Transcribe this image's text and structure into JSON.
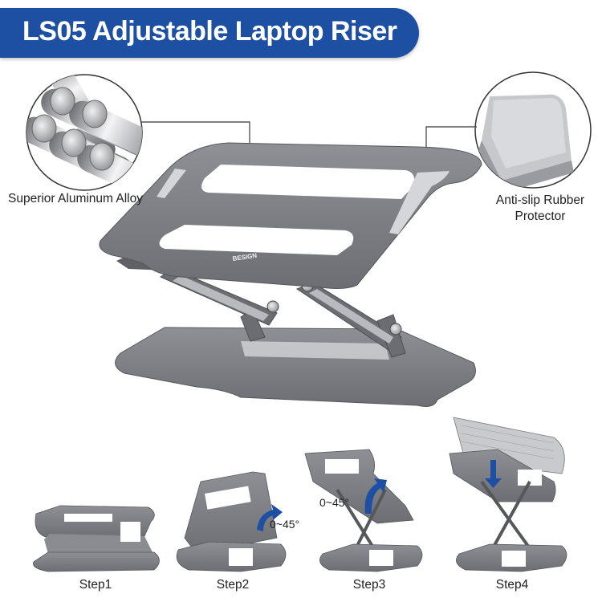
{
  "banner": {
    "title": "LS05 Adjustable Laptop Riser"
  },
  "callouts": {
    "left": "Superior Aluminum Alloy",
    "right_line1": "Anti-slip Rubber",
    "right_line2": "Protector"
  },
  "product": {
    "brand": "BESIGN"
  },
  "steps": [
    {
      "label": "Step1",
      "angle": ""
    },
    {
      "label": "Step2",
      "angle": "0~45°"
    },
    {
      "label": "Step3",
      "angle": "0~45°"
    },
    {
      "label": "Step4",
      "angle": ""
    }
  ],
  "colors": {
    "banner": "#1d4fa3",
    "aluminum": "#7d7f84",
    "arrow": "#1d4fa3"
  }
}
